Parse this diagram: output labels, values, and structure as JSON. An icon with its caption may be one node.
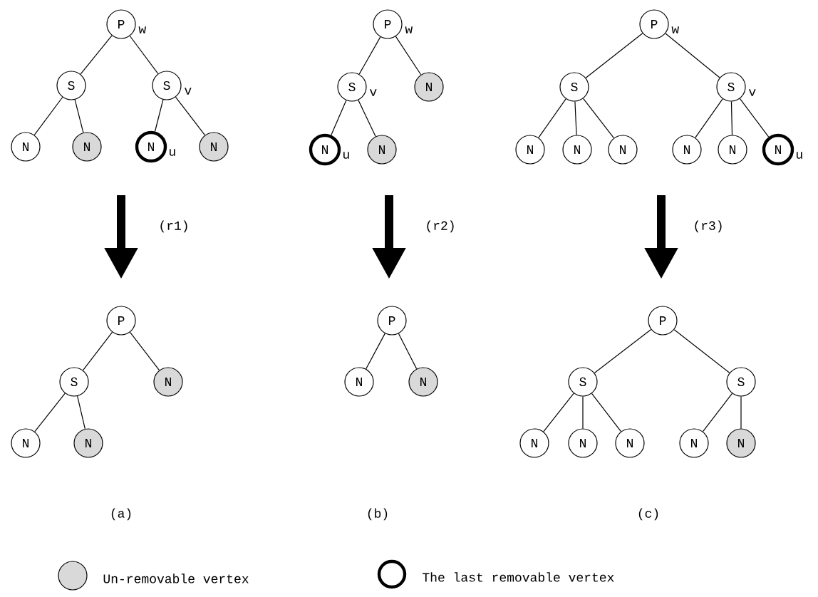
{
  "diagram": {
    "nodes": [
      {
        "text": [
          "P"
        ],
        "beside": [
          "w"
        ]
      },
      {
        "text": [
          "S"
        ]
      },
      {
        "text": [
          "S"
        ],
        "beside": [
          "v"
        ]
      },
      {
        "text": [
          "N"
        ]
      },
      {
        "text": [
          "N"
        ]
      },
      {
        "text": [
          "N"
        ],
        "beside": [
          "u"
        ]
      },
      {
        "text": [
          "N"
        ]
      },
      {
        "text": [
          "P"
        ],
        "beside": [
          "w"
        ]
      },
      {
        "text": [
          "S"
        ],
        "beside": [
          "v"
        ]
      },
      {
        "text": [
          "N"
        ]
      },
      {
        "text": [
          "N"
        ],
        "beside": [
          "u"
        ]
      },
      {
        "text": [
          "N"
        ]
      },
      {
        "text": [
          "P"
        ],
        "beside": [
          "w"
        ]
      },
      {
        "text": [
          "S"
        ]
      },
      {
        "text": [
          "S"
        ],
        "beside": [
          "v"
        ]
      },
      {
        "text": [
          "N"
        ]
      },
      {
        "text": [
          "N"
        ]
      },
      {
        "text": [
          "N"
        ]
      },
      {
        "text": [
          "N"
        ]
      },
      {
        "text": [
          "N"
        ]
      },
      {
        "text": [
          "N"
        ],
        "beside": [
          "u"
        ]
      },
      {
        "text": [
          "P"
        ]
      },
      {
        "text": [
          "S"
        ]
      },
      {
        "text": [
          "N"
        ]
      },
      {
        "text": [
          "N"
        ]
      },
      {
        "text": [
          "N"
        ]
      },
      {
        "text": [
          "P"
        ]
      },
      {
        "text": [
          "N"
        ]
      },
      {
        "text": [
          "N"
        ]
      },
      {
        "text": [
          "P"
        ]
      },
      {
        "text": [
          "S"
        ]
      },
      {
        "text": [
          "S"
        ]
      },
      {
        "text": [
          "N"
        ]
      },
      {
        "text": [
          "N"
        ]
      },
      {
        "text": [
          "N"
        ]
      },
      {
        "text": [
          "N"
        ]
      },
      {
        "text": [
          "N"
        ]
      }
    ],
    "edges": [
      {
        "from": 0,
        "to": 1,
        "arrow": "none"
      },
      {
        "from": 0,
        "to": 2,
        "arrow": "none"
      },
      {
        "from": 1,
        "to": 3,
        "arrow": "none"
      },
      {
        "from": 1,
        "to": 4,
        "arrow": "none"
      },
      {
        "from": 2,
        "to": 5,
        "arrow": "none"
      },
      {
        "from": 2,
        "to": 6,
        "arrow": "none"
      },
      {
        "from": 7,
        "to": 8,
        "arrow": "none"
      },
      {
        "from": 7,
        "to": 9,
        "arrow": "none"
      },
      {
        "from": 8,
        "to": 10,
        "arrow": "none"
      },
      {
        "from": 8,
        "to": 11,
        "arrow": "none"
      },
      {
        "from": 12,
        "to": 13,
        "arrow": "none"
      },
      {
        "from": 12,
        "to": 14,
        "arrow": "none"
      },
      {
        "from": 13,
        "to": 15,
        "arrow": "none"
      },
      {
        "from": 13,
        "to": 16,
        "arrow": "none"
      },
      {
        "from": 13,
        "to": 17,
        "arrow": "none"
      },
      {
        "from": 14,
        "to": 18,
        "arrow": "none"
      },
      {
        "from": 14,
        "to": 19,
        "arrow": "none"
      },
      {
        "from": 14,
        "to": 20,
        "arrow": "none"
      },
      {
        "from": 21,
        "to": 22,
        "arrow": "none"
      },
      {
        "from": 21,
        "to": 23,
        "arrow": "none"
      },
      {
        "from": 22,
        "to": 24,
        "arrow": "none"
      },
      {
        "from": 22,
        "to": 25,
        "arrow": "none"
      },
      {
        "from": 26,
        "to": 27,
        "arrow": "none"
      },
      {
        "from": 26,
        "to": 28,
        "arrow": "none"
      },
      {
        "from": 29,
        "to": 30,
        "arrow": "none"
      },
      {
        "from": 29,
        "to": 31,
        "arrow": "none"
      },
      {
        "from": 30,
        "to": 32,
        "arrow": "none"
      },
      {
        "from": 30,
        "to": 33,
        "arrow": "none"
      },
      {
        "from": 30,
        "to": 34,
        "arrow": "none"
      },
      {
        "from": 31,
        "to": 35,
        "arrow": "none"
      },
      {
        "from": 31,
        "to": 36,
        "arrow": "none"
      }
    ],
    "labels": [
      "(r1)",
      "(r2)",
      "(r3)",
      "(a)",
      "(b)",
      "(c)"
    ],
    "legend": [
      {
        "text": "Un-removable vertex",
        "color": "#d9d9d9"
      },
      {
        "text": "The last removable vertex"
      }
    ]
  }
}
